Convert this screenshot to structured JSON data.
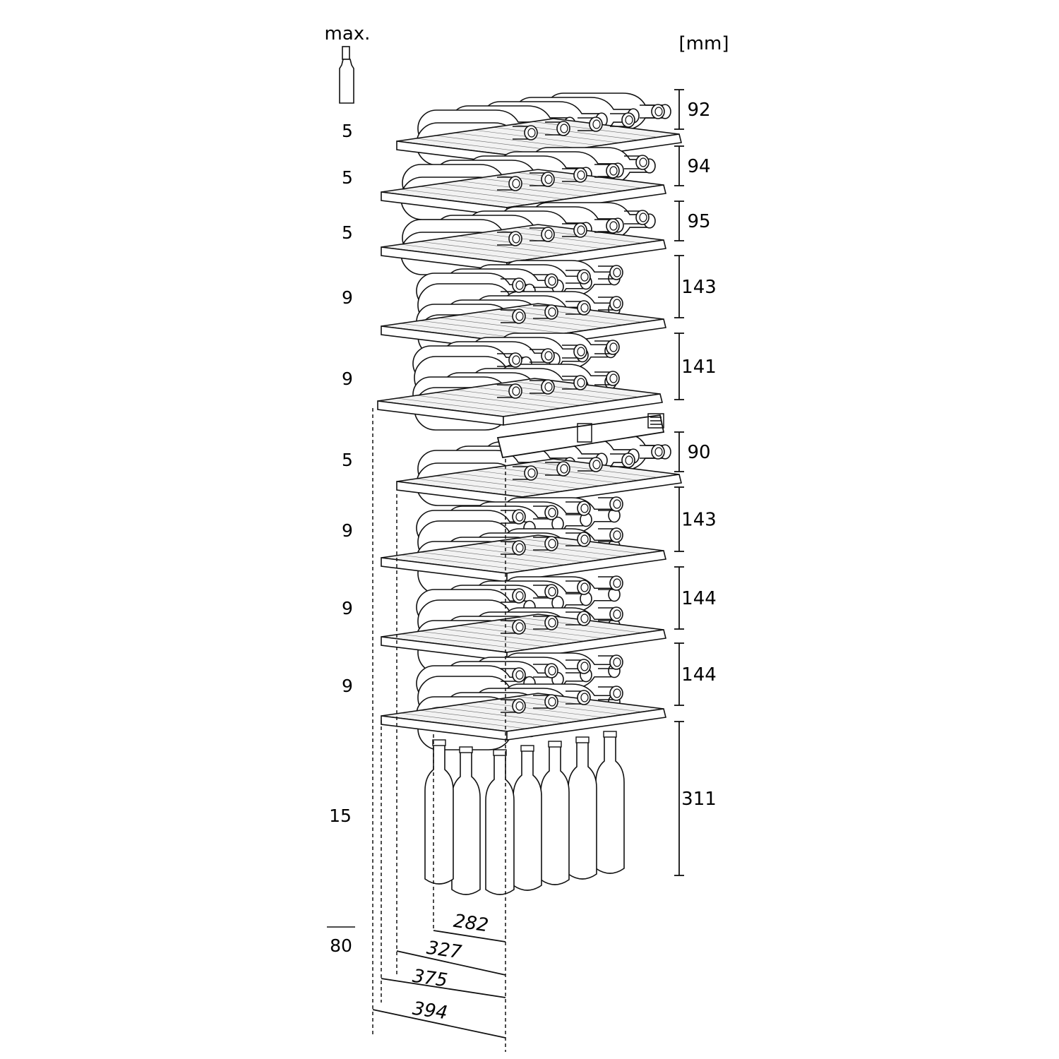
{
  "header": {
    "max_label": "max.",
    "unit_label": "[mm]"
  },
  "icons": {
    "bottle": "wine-bottle-icon"
  },
  "counts": [
    "5",
    "5",
    "5",
    "9",
    "9",
    "5",
    "9",
    "9",
    "9",
    "15",
    "80"
  ],
  "heights": [
    "92",
    "94",
    "95",
    "143",
    "141",
    "90",
    "143",
    "144",
    "144",
    "311"
  ],
  "depths": [
    "282",
    "327",
    "375",
    "394"
  ],
  "colors": {
    "line": "#111111",
    "fill": "#ffffff",
    "shade": "#f2f2f2"
  }
}
